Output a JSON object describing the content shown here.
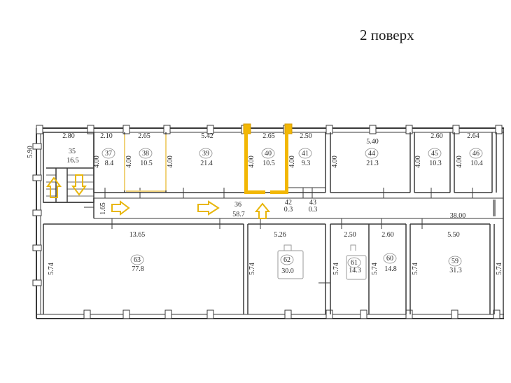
{
  "title": "2 поверх",
  "colors": {
    "wall": "#3a3a3a",
    "highlight_fill": "#f2b705",
    "highlight_stroke": "#d69b00",
    "arrow": "#e8b60b"
  },
  "rooms": [
    {
      "id": "35",
      "area": "16.5",
      "width": "2.80",
      "height": "5.90",
      "circled": false
    },
    {
      "id": "37",
      "area": "8.4",
      "width": "2.10",
      "height": "4.00",
      "circled": true
    },
    {
      "id": "38",
      "area": "10.5",
      "width": "2.65",
      "height": "4.00",
      "circled": true
    },
    {
      "id": "39",
      "area": "21.4",
      "width": "5.42",
      "height": "4.00",
      "circled": true
    },
    {
      "id": "40",
      "area": "10.5",
      "width": "2.65",
      "height": "4.00",
      "circled": true
    },
    {
      "id": "41",
      "area": "9.3",
      "width": "2.50",
      "height": "4.00",
      "circled": true
    },
    {
      "id": "44",
      "area": "21.3",
      "width": "5.40",
      "height": "4.00",
      "circled": true
    },
    {
      "id": "45",
      "area": "10.3",
      "width": "2.60",
      "height": "4.00",
      "circled": true
    },
    {
      "id": "46",
      "area": "10.4",
      "width": "2.64",
      "height": "4.00",
      "circled": true
    },
    {
      "id": "36",
      "area": "58.7",
      "width": "38.00",
      "height": "1.65",
      "circled": false
    },
    {
      "id": "42",
      "area": "0.3",
      "circled": false
    },
    {
      "id": "43",
      "area": "0.3",
      "circled": false
    },
    {
      "id": "63",
      "area": "77.8",
      "width": "13.65",
      "height": "5.74",
      "circled": true
    },
    {
      "id": "62",
      "area": "30.0",
      "width": "5.26",
      "height": "5.74",
      "circled": true
    },
    {
      "id": "61",
      "area": "14.3",
      "width": "2.50",
      "height": "5.74",
      "circled": true
    },
    {
      "id": "60",
      "area": "14.8",
      "width": "2.60",
      "height": "5.74",
      "circled": true
    },
    {
      "id": "59",
      "area": "31.3",
      "width": "5.50",
      "height": "5.74",
      "circled": true
    }
  ],
  "extra_dimension": "5.74"
}
